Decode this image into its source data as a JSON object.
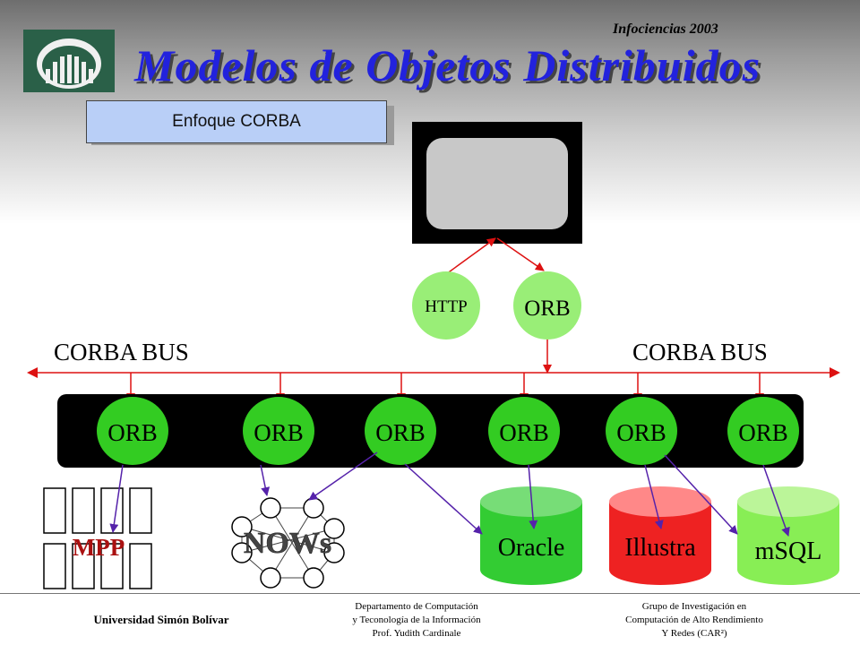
{
  "header": {
    "conference": "Infociencias 2003",
    "title": "Modelos de Objetos Distribuidos",
    "subtitle": "Enfoque CORBA"
  },
  "diagram": {
    "http_label": "HTTP",
    "client_orb_label": "ORB",
    "bus_label_left": "CORBA BUS",
    "bus_label_right": "CORBA BUS",
    "orbs": [
      "ORB",
      "ORB",
      "ORB",
      "ORB",
      "ORB",
      "ORB"
    ],
    "mpp_label": "MPP",
    "nows_label": "NOWs",
    "databases": [
      "Oracle",
      "Illustra",
      "mSQL"
    ],
    "colors": {
      "orb_green": "#33cc22",
      "light_green": "#99ee77",
      "bus_red": "#dd1111",
      "link_purple": "#5522aa",
      "oracle": "#33cc33",
      "illustra": "#ee2222",
      "msql": "#88ee55"
    }
  },
  "footer": {
    "university": "Universidad Simón Bolívar",
    "dept_line1": "Departamento de Computación",
    "dept_line2": "y Teconología de la Información",
    "dept_line3": "Prof. Yudith Cardinale",
    "group_line1": "Grupo de Investigación en",
    "group_line2": "Computación de Alto Rendimiento",
    "group_line3": "Y Redes (CAR²)"
  }
}
